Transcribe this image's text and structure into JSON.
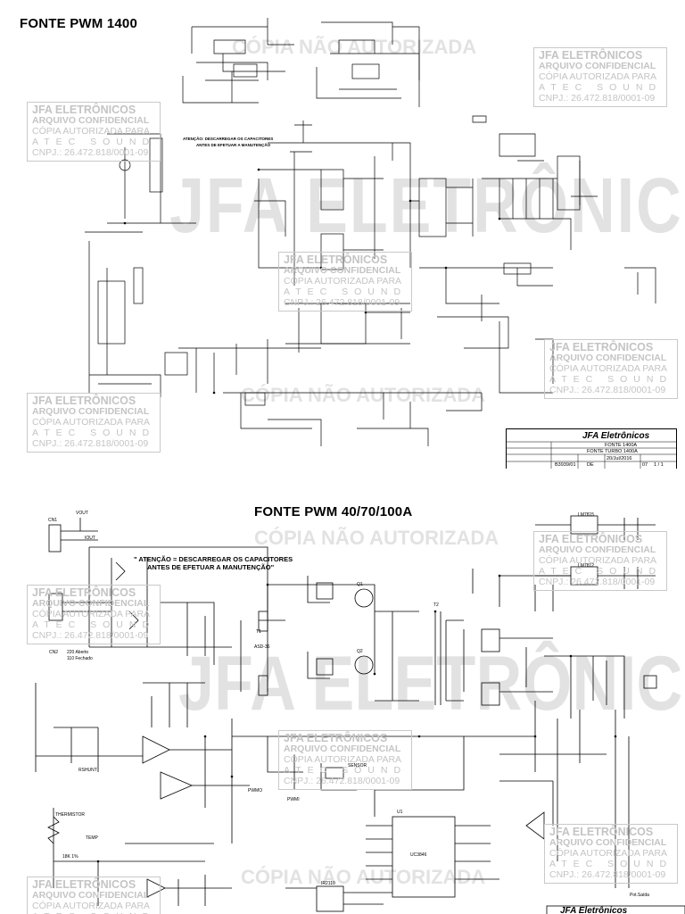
{
  "sheet1": {
    "title": "FONTE PWM 1400",
    "warning_lines": [
      "ATENÇÃO: DESCARREGAR OS CAPACITORES",
      "ANTES DE EFETUAR A MANUTENÇÃO"
    ],
    "big_watermark_1": "JFA ELETRÔNICOS",
    "big_watermark_2": "CÓPIA NÃO AUTORIZADA",
    "title_block": {
      "brand": "JFA Eletrônicos",
      "row1": "FONTE 1400A",
      "row2": "FONTE TURBO 1400A",
      "row3": "20/Jul/2016",
      "row4": "1 / 1",
      "row5": "B3939/01",
      "row6": "DE",
      "row7": "07"
    }
  },
  "sheet2": {
    "title": "FONTE PWM 40/70/100A",
    "warning_line1": "\" ATENÇÃO = DESCARREGAR OS CAPACITORES",
    "warning_line2": "ANTES DE EFETUAR A MANUTENÇÃO\"",
    "big_watermark_1": "CÓPIA NÃO AUTORIZADA",
    "big_watermark_2": "JFA ELETRÔNICOS",
    "big_watermark_3": "CÓPIA NÃO AUTORIZADA",
    "labels": {
      "cn1": "CN1",
      "vout": "VOUT",
      "iout": "IOUT",
      "cn2": "CN2",
      "v220": "220 Aberto",
      "v110": "110 Fechado",
      "sensor": "SENSOR",
      "thermistor": "THERMISTOR",
      "temp": "TEMP",
      "pwmo": "PWMO",
      "pwmi": "PWMI",
      "rshunt": "RSHUNT",
      "pot": "Pot.Saída",
      "lm7815": "LM7815",
      "lm7812": "LM7812",
      "u1": "U1",
      "ic": "UC3846",
      "ir": "IR2110",
      "q1": "Q1",
      "q2": "Q2",
      "t1": "T1",
      "t2": "T2",
      "k": "18K 1%",
      "asd": "ASD-36"
    },
    "title_block": {
      "brand": "JFA Eletrônicos"
    }
  },
  "watermark_box": {
    "line1": "JFA ELETRÔNICOS",
    "line2": "ARQUIVO CONFIDENCIAL",
    "line3": "CÓPIA AUTORIZADA PARA",
    "line4": "ATEC SOUND",
    "line5": "CNPJ.: 26.472.818/0001-09"
  }
}
